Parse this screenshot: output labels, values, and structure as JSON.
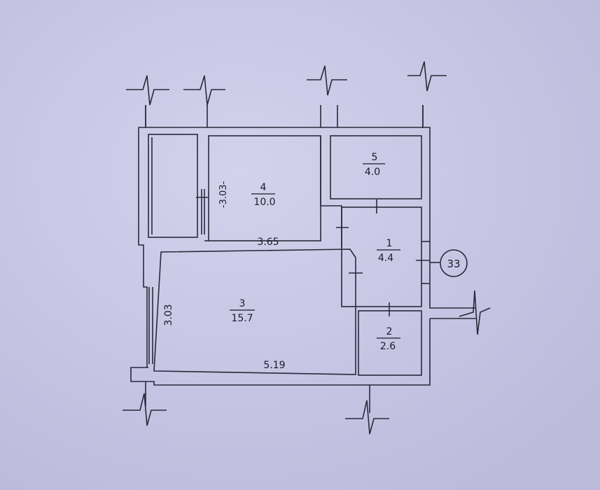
{
  "rooms": [
    {
      "id": "r1",
      "number": "1",
      "area": "4.4"
    },
    {
      "id": "r2",
      "number": "2",
      "area": "2.6"
    },
    {
      "id": "r3",
      "number": "3",
      "area": "15.7"
    },
    {
      "id": "r4",
      "number": "4",
      "area": "10.0"
    },
    {
      "id": "r5",
      "number": "5",
      "area": "4.0"
    }
  ],
  "dimensions": {
    "room4_width": "3.65",
    "room4_height": "-3.03-",
    "room3_height": "3.03",
    "room3_width": "5.19"
  },
  "apartment_number": "33",
  "colors": {
    "paper": "#c9c8e4",
    "line": "#2a2a3a"
  }
}
